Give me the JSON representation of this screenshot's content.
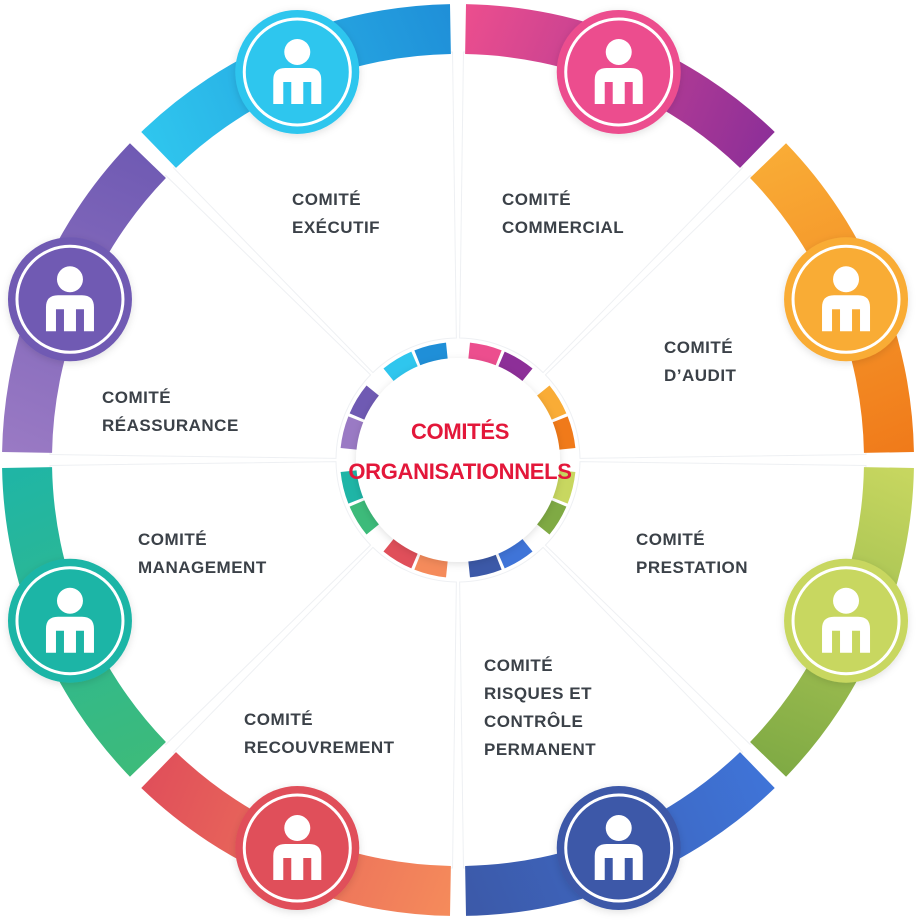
{
  "center": {
    "line1": "COMITÉS",
    "line2": "ORGANISATIONNELS",
    "color": "#e3173a"
  },
  "committees": [
    {
      "name": "executif",
      "lines": [
        "COMITÉ",
        "EXÉCUTIF"
      ],
      "color_start": "#ec4e8e",
      "color_end": "#8d2f98",
      "icon": "person-icon"
    },
    {
      "name": "commercial",
      "lines": [
        "COMITÉ",
        "COMMERCIAL"
      ],
      "color_start": "#f9ac36",
      "color_end": "#f07a1a",
      "icon": "person-icon"
    },
    {
      "name": "audit",
      "lines": [
        "COMITÉ",
        "D’AUDIT"
      ],
      "color_start": "#c8d760",
      "color_end": "#7faa44",
      "icon": "person-icon"
    },
    {
      "name": "prestation",
      "lines": [
        "COMITÉ",
        "PRESTATION"
      ],
      "color_start": "#3f74d8",
      "color_end": "#3c59a8",
      "icon": "person-icon"
    },
    {
      "name": "risques",
      "lines": [
        "COMITÉ",
        "RISQUES ET",
        "CONTRÔLE",
        "PERMANENT"
      ],
      "color_start": "#f58b5b",
      "color_end": "#e04f5a",
      "icon": "person-icon"
    },
    {
      "name": "recouvrement",
      "lines": [
        "COMITÉ",
        "RECOUVREMENT"
      ],
      "color_start": "#3dbb7a",
      "color_end": "#1fb5a6",
      "icon": "person-icon"
    },
    {
      "name": "management",
      "lines": [
        "COMITÉ",
        "MANAGEMENT"
      ],
      "color_start": "#9a7ac4",
      "color_end": "#6f5ab3",
      "icon": "person-icon"
    },
    {
      "name": "reassurance",
      "lines": [
        "COMITÉ",
        "RÉASSURANCE"
      ],
      "color_start": "#2fc6ee",
      "color_end": "#1f8fd8",
      "icon": "person-icon"
    }
  ]
}
